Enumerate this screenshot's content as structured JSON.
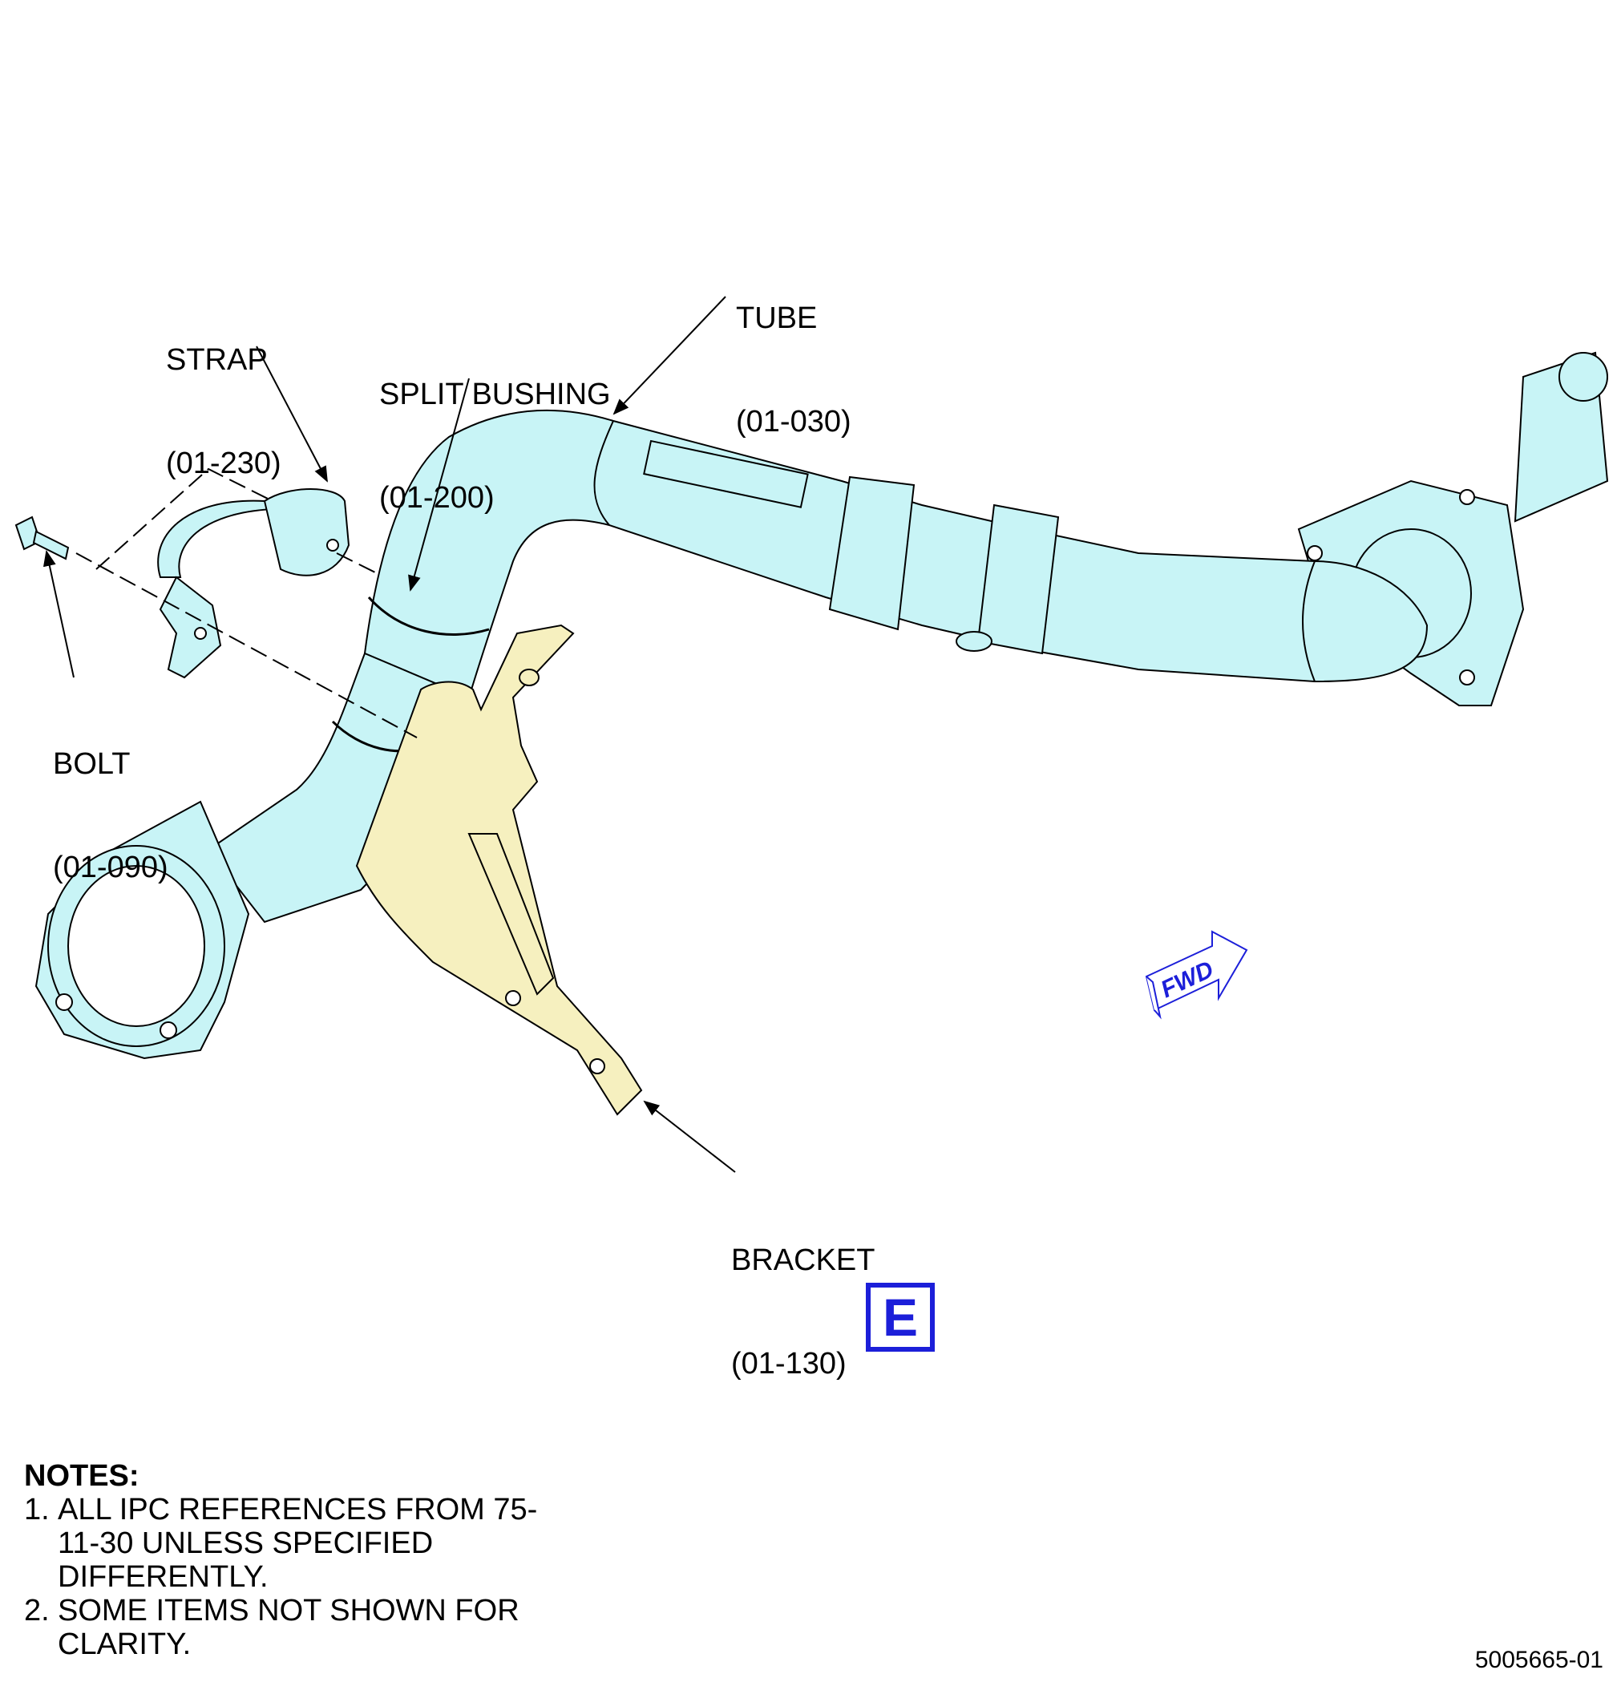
{
  "callouts": {
    "tube": {
      "name": "TUBE",
      "ref": "(01-030)"
    },
    "strap": {
      "name": "STRAP",
      "ref": "(01-230)"
    },
    "split_bushing": {
      "name": "SPLIT BUSHING",
      "ref": "(01-200)"
    },
    "bolt": {
      "name": "BOLT",
      "ref": "(01-090)"
    },
    "bracket": {
      "name": "BRACKET",
      "ref": "(01-130)"
    }
  },
  "fwd_arrow": {
    "label": "FWD",
    "color": "#1c1fd9"
  },
  "view_label": {
    "text": "E",
    "color": "#1c1fd9"
  },
  "notes": {
    "title": "NOTES:",
    "items": [
      {
        "num": "1.",
        "text": "ALL IPC REFERENCES FROM 75-11-30 UNLESS SPECIFIED DIFFERENTLY."
      },
      {
        "num": "2.",
        "text": "SOME ITEMS NOT SHOWN FOR CLARITY."
      }
    ]
  },
  "drawing_number": "5005665-01",
  "colors": {
    "tube_fill": "#c8f4f6",
    "bracket_fill": "#f6f0bf",
    "line": "#000000",
    "accent": "#1c1fd9"
  }
}
